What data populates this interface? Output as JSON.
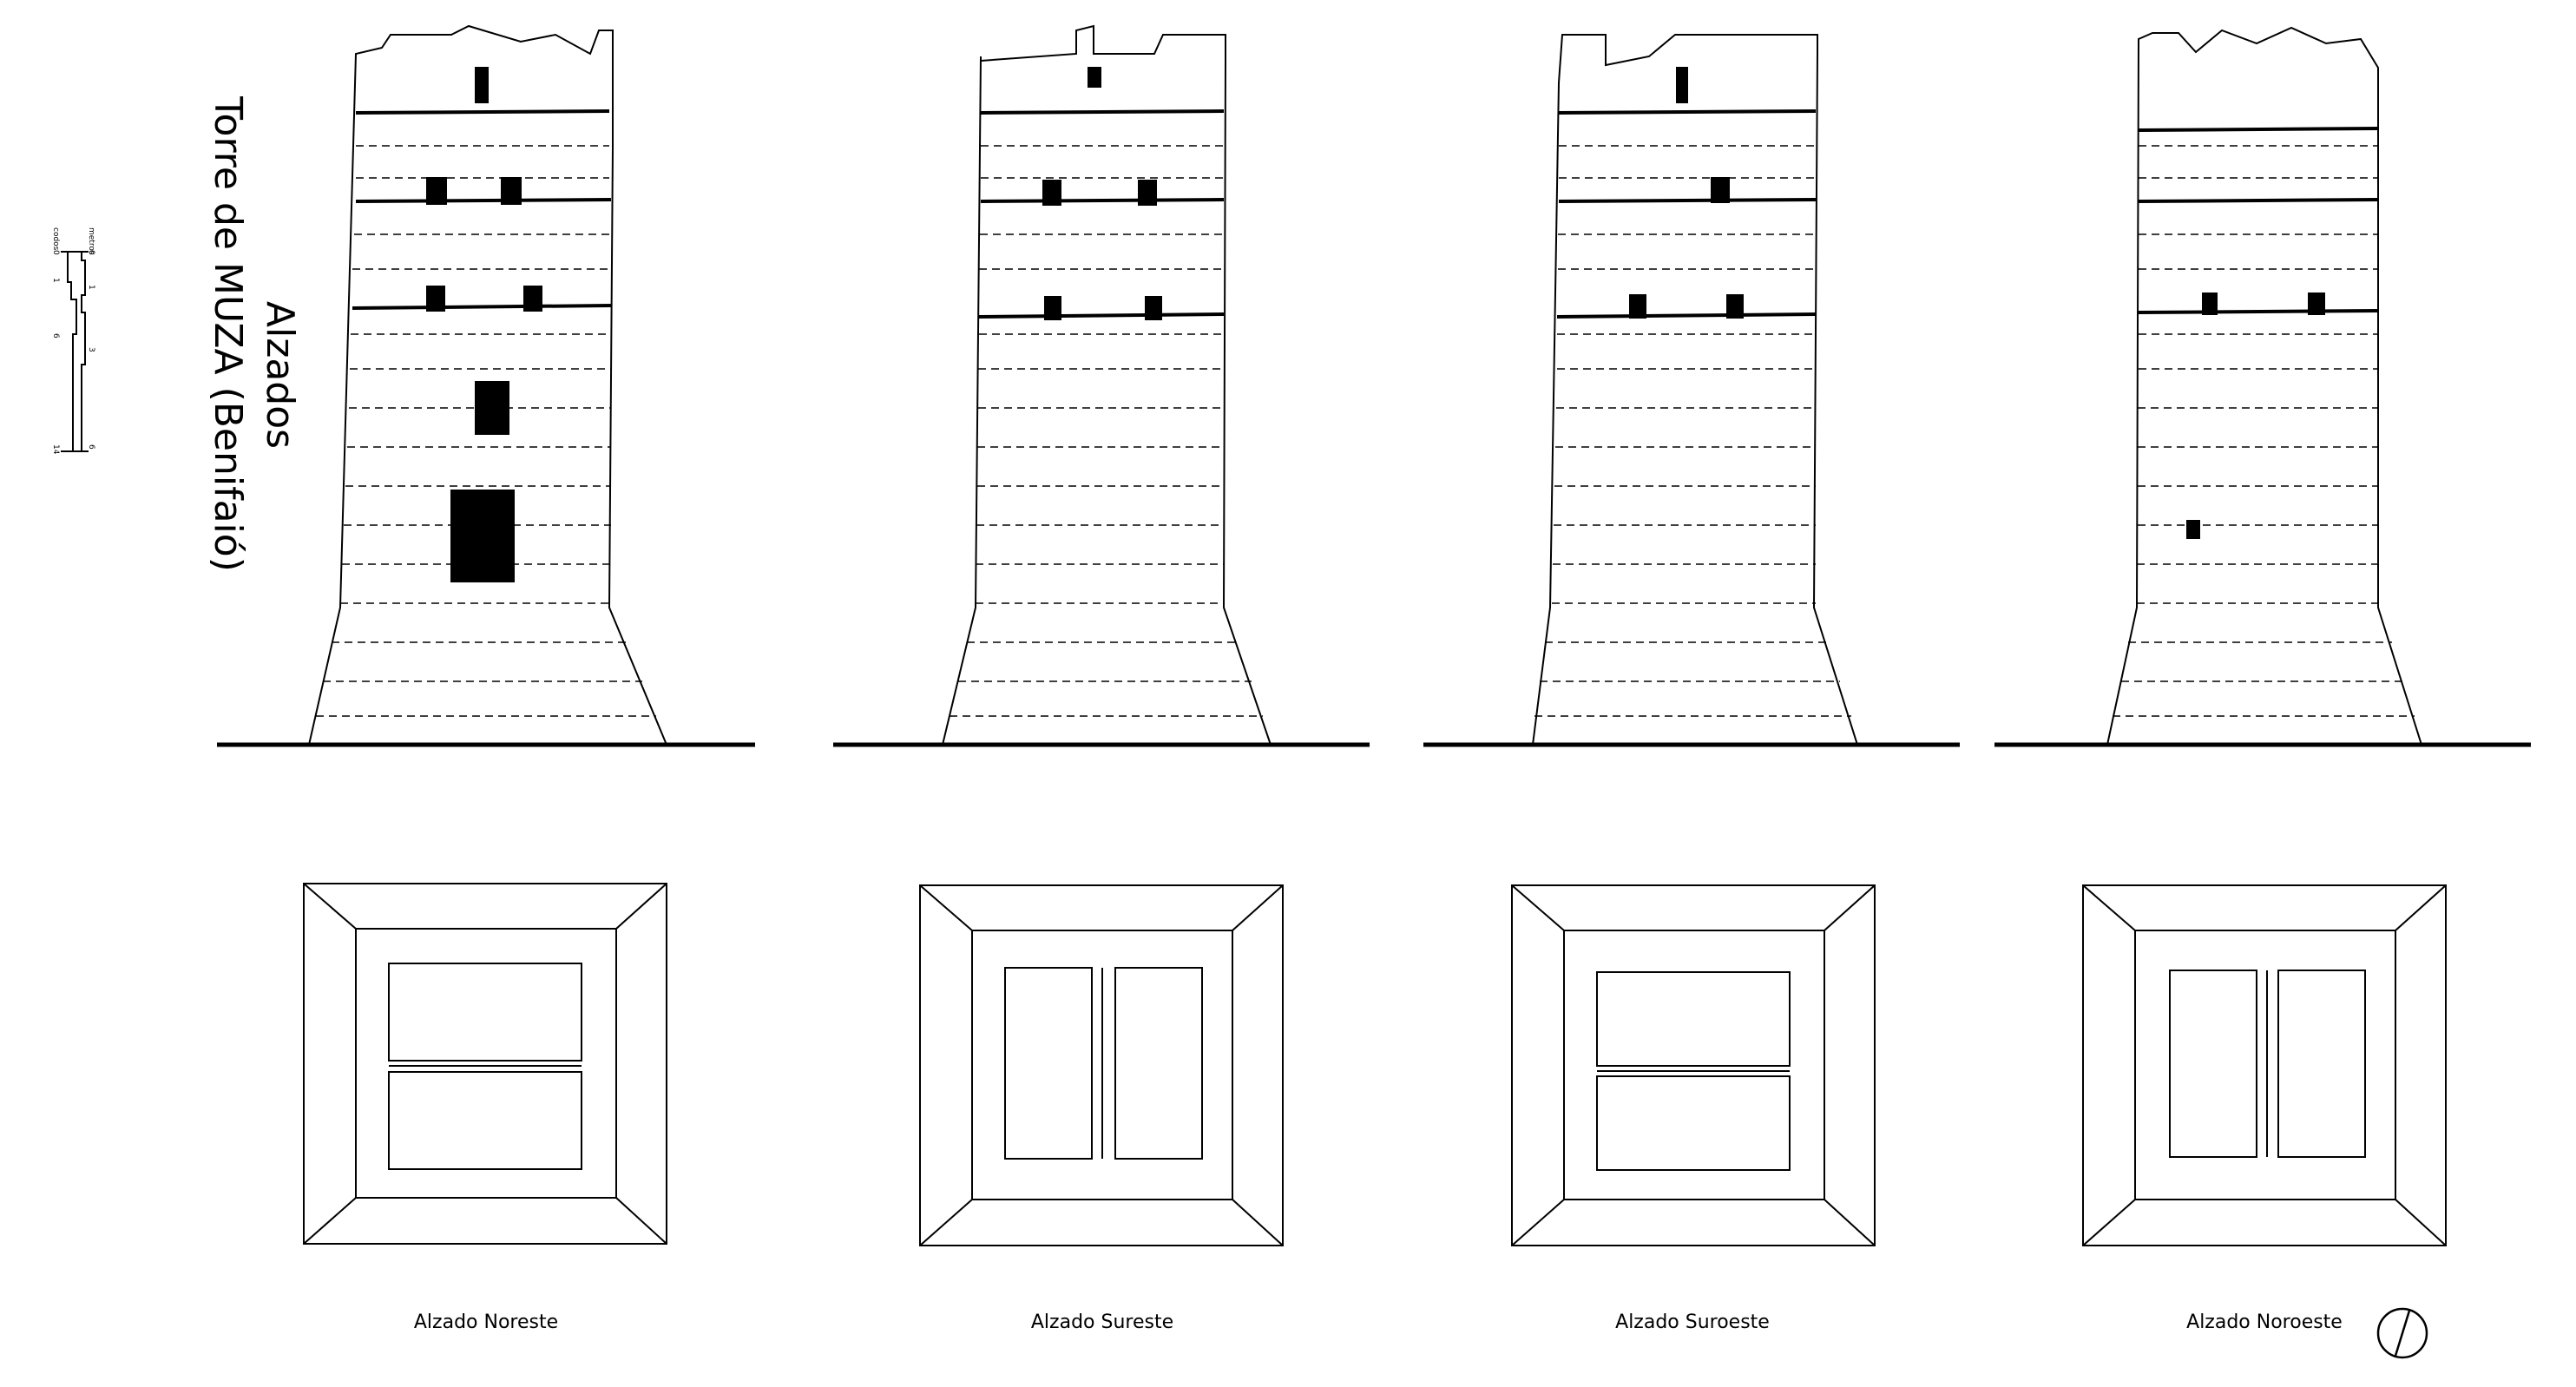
{
  "title": {
    "line1": "Alzados",
    "line2": "Torre de MUZA (Benifaió)"
  },
  "scale_bar": {
    "units_top": "metros",
    "units_bottom": "codos",
    "metros_ticks": [
      "0",
      "1",
      "3",
      "6"
    ],
    "codos_ticks": [
      "0",
      "1",
      "6",
      "14"
    ]
  },
  "elevations": [
    {
      "label": "Alzado Noreste"
    },
    {
      "label": "Alzado Sureste"
    },
    {
      "label": "Alzado Suroeste"
    },
    {
      "label": "Alzado Noroeste"
    }
  ],
  "north_arrow": {
    "icon": "north-arrow-icon"
  }
}
